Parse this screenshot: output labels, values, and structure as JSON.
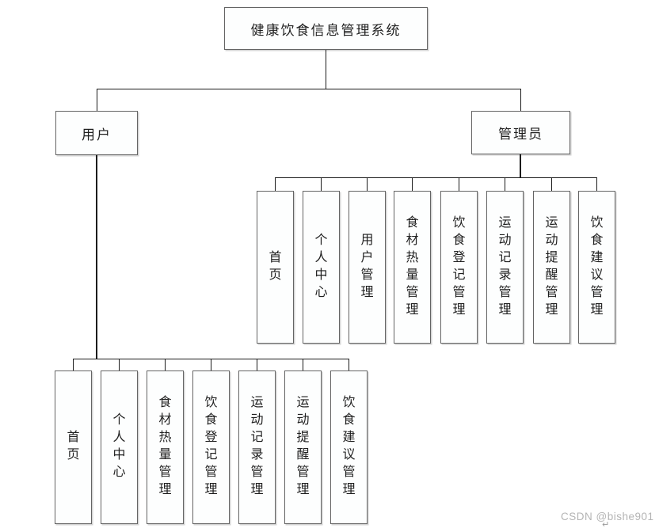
{
  "diagram": {
    "root": {
      "label": "健康饮食信息管理系统"
    },
    "branches": [
      {
        "label": "用户",
        "children": [
          "首页",
          "个人中心",
          "食材热量管理",
          "饮食登记管理",
          "运动记录管理",
          "运动提醒管理",
          "饮食建议管理"
        ]
      },
      {
        "label": "管理员",
        "children": [
          "首页",
          "个人中心",
          "用户管理",
          "食材热量管理",
          "饮食登记管理",
          "运动记录管理",
          "运动提醒管理",
          "饮食建议管理"
        ]
      }
    ],
    "colors": {
      "line": "#1c1c1c",
      "box_border": "#646464",
      "box_fill": "#fdfefe",
      "text": "#1f1f1f",
      "watermark": "#b4b4b4"
    }
  },
  "watermark": {
    "text": "CSDN @bishe901",
    "return_symbol": "↵"
  }
}
